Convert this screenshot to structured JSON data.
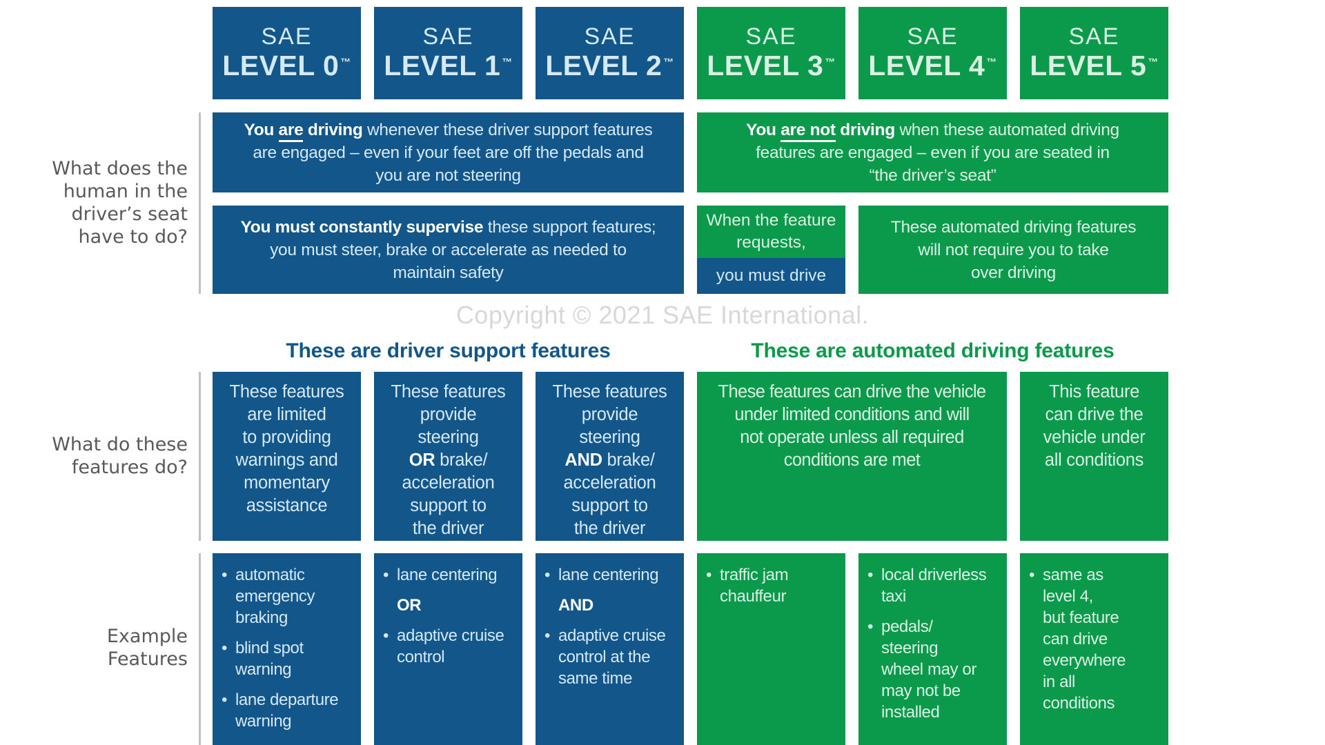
{
  "palette": {
    "blue": "#12568a",
    "green": "#0b9a4c",
    "label_gray": "#58595b",
    "copyright_gray": "#d8d8d8",
    "rule_gray": "#bfc0c2"
  },
  "header": {
    "levels": [
      {
        "brand": "SAE",
        "level": "LEVEL 0",
        "tm": "™",
        "scheme": "blue"
      },
      {
        "brand": "SAE",
        "level": "LEVEL 1",
        "tm": "™",
        "scheme": "blue"
      },
      {
        "brand": "SAE",
        "level": "LEVEL 2",
        "tm": "™",
        "scheme": "blue"
      },
      {
        "brand": "SAE",
        "level": "LEVEL 3",
        "tm": "™",
        "scheme": "green"
      },
      {
        "brand": "SAE",
        "level": "LEVEL 4",
        "tm": "™",
        "scheme": "green"
      },
      {
        "brand": "SAE",
        "level": "LEVEL 5",
        "tm": "™",
        "scheme": "green"
      }
    ]
  },
  "left_labels": {
    "human": "What does the\nhuman in the\ndriver’s seat\nhave to do?",
    "features": "What do these\nfeatures do?",
    "examples": "Example\nFeatures"
  },
  "copyright": "Copyright © 2021 SAE International.",
  "section_titles": {
    "driver_support": "These are driver support features",
    "automated": "These are automated driving features"
  },
  "row_human_1": {
    "left": {
      "s_bold1": "You ",
      "s_underline": "are",
      "s_bold2": " driving",
      "s_rest": " whenever these driver support features\nare engaged – even if your feet are off the pedals and\nyou are not steering"
    },
    "right": {
      "s_bold1": "You ",
      "s_underline": "are not",
      "s_bold2": " driving",
      "s_rest": " when these automated driving\nfeatures are engaged – even if you are seated in\n“the driver’s seat”"
    }
  },
  "row_human_2": {
    "left": {
      "s_bold": "You must constantly supervise",
      "s_rest": " these support features;\nyou must steer, brake or accelerate as needed to\nmaintain safety"
    },
    "level3_top": "When the feature\nrequests,",
    "level3_bottom": "you must drive",
    "right": "These automated driving features\nwill not require you to take\nover driving"
  },
  "row_what": {
    "level0": "These features\nare limited\nto providing\nwarnings and\nmomentary\nassistance",
    "level1": {
      "pre": "These features\nprovide\nsteering\n",
      "conj": "OR",
      "post": " brake/\nacceleration\nsupport to\nthe driver"
    },
    "level2": {
      "pre": "These features\nprovide\nsteering\n",
      "conj": "AND",
      "post": " brake/\nacceleration\nsupport to\nthe driver"
    },
    "level3_4": "These features can drive the vehicle\nunder limited conditions and will\nnot operate unless all required\nconditions are met",
    "level5": "This feature\ncan drive the\nvehicle under\nall conditions"
  },
  "row_examples": {
    "level0": {
      "items": [
        {
          "bullet": true,
          "text": "automatic\nemergency\nbraking"
        },
        {
          "bullet": true,
          "text": "blind spot\nwarning"
        },
        {
          "bullet": true,
          "text": "lane departure\nwarning"
        }
      ]
    },
    "level1": {
      "items": [
        {
          "bullet": true,
          "text": "lane centering"
        },
        {
          "bullet": false,
          "bold": true,
          "text": "OR"
        },
        {
          "bullet": true,
          "text": "adaptive cruise\ncontrol"
        }
      ]
    },
    "level2": {
      "items": [
        {
          "bullet": true,
          "text": "lane centering"
        },
        {
          "bullet": false,
          "bold": true,
          "text": "AND"
        },
        {
          "bullet": true,
          "text": "adaptive cruise\ncontrol at the\nsame time"
        }
      ]
    },
    "level3": {
      "items": [
        {
          "bullet": true,
          "text": "traffic jam\nchauffeur"
        }
      ]
    },
    "level4": {
      "items": [
        {
          "bullet": true,
          "text": "local driverless\ntaxi"
        },
        {
          "bullet": true,
          "text": "pedals/\nsteering\nwheel may or\nmay not be\ninstalled"
        }
      ]
    },
    "level5": {
      "items": [
        {
          "bullet": true,
          "text": "same as\nlevel 4,\nbut feature\ncan drive\neverywhere\nin all\nconditions"
        }
      ]
    }
  }
}
